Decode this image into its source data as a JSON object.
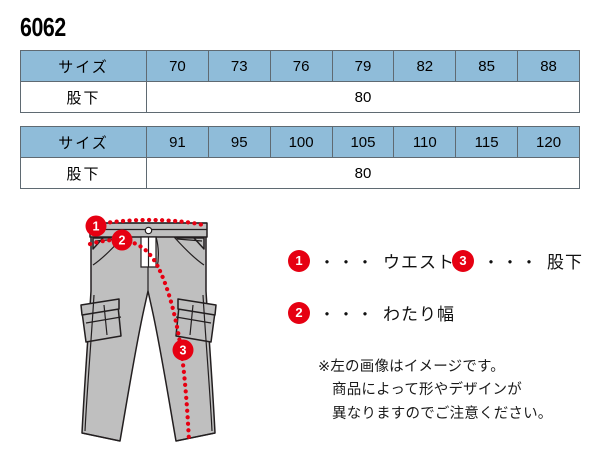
{
  "product": {
    "code": "6062"
  },
  "tables": [
    {
      "name": "size-table-upper",
      "header_label": "サイズ",
      "sizes": [
        "70",
        "73",
        "76",
        "79",
        "82",
        "85",
        "88"
      ],
      "row_label": "股下",
      "row_value": "80"
    },
    {
      "name": "size-table-lower",
      "header_label": "サイズ",
      "sizes": [
        "91",
        "95",
        "100",
        "105",
        "110",
        "115",
        "120"
      ],
      "row_label": "股下",
      "row_value": "80"
    }
  ],
  "legend": {
    "dots": "・・・",
    "items": [
      {
        "number": "1",
        "label": "ウエスト"
      },
      {
        "number": "3",
        "label": "股下"
      },
      {
        "number": "2",
        "label": "わたり幅"
      }
    ]
  },
  "note": {
    "line1": "※左の画像はイメージです。",
    "line2": "商品によって形やデザインが",
    "line3": "異なりますのでご注意ください。"
  },
  "illustration": {
    "name": "cargo-pants-diagram",
    "markers": [
      {
        "number": "1",
        "meaning": "ウエスト"
      },
      {
        "number": "2",
        "meaning": "わたり幅"
      },
      {
        "number": "3",
        "meaning": "股下"
      }
    ]
  },
  "colors": {
    "table_header_blue": "#8fbcd9",
    "table_border": "#5f6a72",
    "marker_red": "#e60012",
    "garment_fill": "#bfbfbf",
    "garment_stroke": "#231f20",
    "background": "#ffffff"
  }
}
